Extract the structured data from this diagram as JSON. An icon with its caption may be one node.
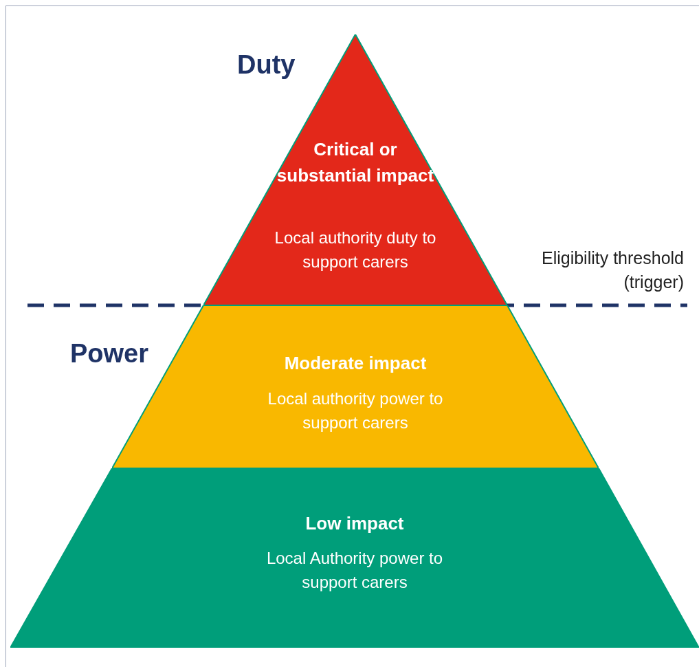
{
  "diagram": {
    "nodes": [
      {
        "text": [
          "Critical or substantial impact",
          "Local authority duty to support carers"
        ]
      },
      {
        "text": [
          "Moderate impact",
          "Local authority power to support carers"
        ]
      },
      {
        "text": [
          "Low impact",
          "Local Authority power to support carers"
        ]
      }
    ],
    "labels": [
      "Duty",
      "Eligibility threshold (trigger)",
      "Power"
    ]
  }
}
